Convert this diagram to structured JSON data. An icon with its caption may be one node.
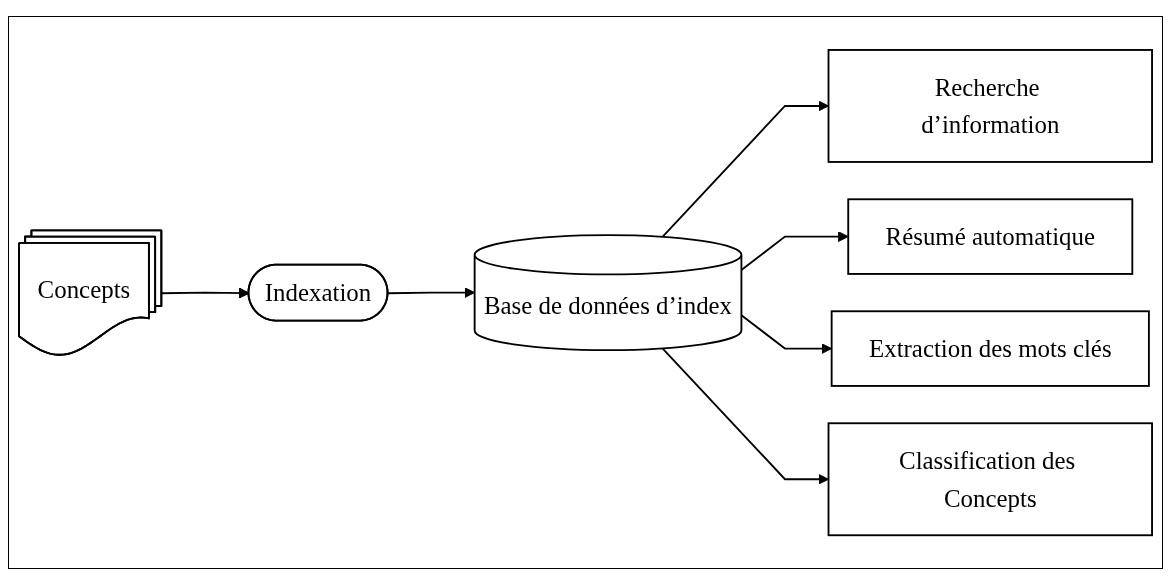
{
  "diagram": {
    "nodes": [
      {
        "text": [
          "Concepts"
        ]
      },
      {
        "text": [
          "Indexation"
        ]
      },
      {
        "text": [
          "Base de données d’index"
        ]
      },
      {
        "text": [
          "Recherche d’information"
        ]
      },
      {
        "text": [
          "Résumé automatique"
        ]
      },
      {
        "text": [
          "Extraction des mots clés"
        ]
      },
      {
        "text": [
          "Classification des Concepts"
        ]
      }
    ],
    "edges": [
      {
        "from": 0,
        "to": 1,
        "arrow": "to"
      },
      {
        "from": 1,
        "to": 2,
        "arrow": "to"
      },
      {
        "from": 2,
        "to": 3,
        "arrow": "to"
      },
      {
        "from": 2,
        "to": 4,
        "arrow": "to"
      },
      {
        "from": 2,
        "to": 5,
        "arrow": "to"
      },
      {
        "from": 2,
        "to": 6,
        "arrow": "to"
      }
    ]
  }
}
